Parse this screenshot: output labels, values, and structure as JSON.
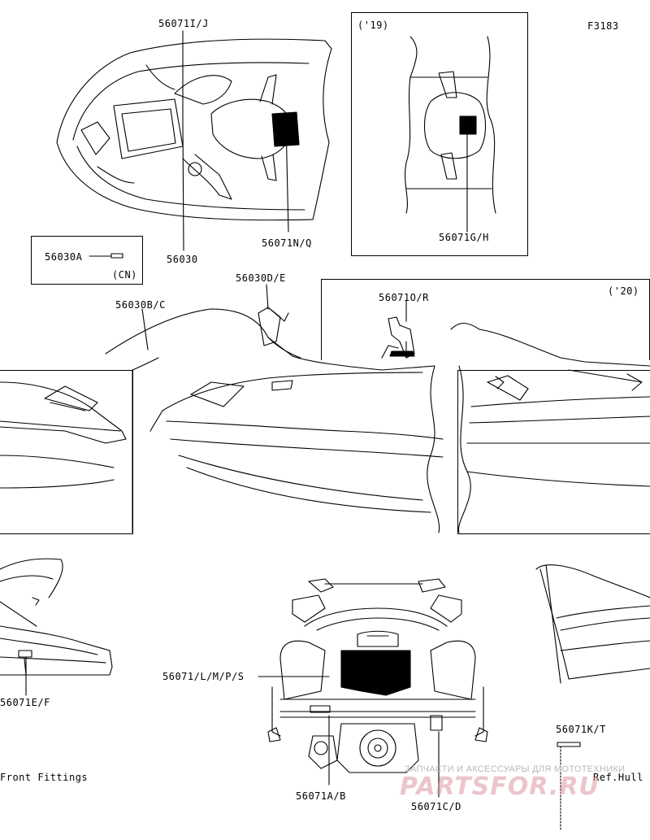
{
  "figure_code": "F3183",
  "labels": {
    "p56071ij": "56071I/J",
    "p56030": "56030",
    "p56071nq": "56071N/Q",
    "inset19_year": "('19)",
    "p56071gh": "56071G/H",
    "p56030a": "56030A",
    "cn_note": "(CN)",
    "p56030de": "56030D/E",
    "p56030bc": "56030B/C",
    "p56071or": "56071O/R",
    "inset20_year": "('20)",
    "p56071lmps": "56071/L/M/P/S",
    "p56071ef": "56071E/F",
    "front_fittings": "Front Fittings",
    "p56071ab": "56071A/B",
    "p56071cd": "56071C/D",
    "p56071kt": "56071K/T",
    "ref_hull": "Ref.Hull F"
  },
  "watermark": {
    "line1": "ЗАПЧАСТИ И АКСЕССУАРЫ ДЛЯ МОТОТЕХНИКИ",
    "line2": "PARTSFOR.RU"
  },
  "colors": {
    "line": "#000000",
    "watermark": "#dc96a0"
  }
}
